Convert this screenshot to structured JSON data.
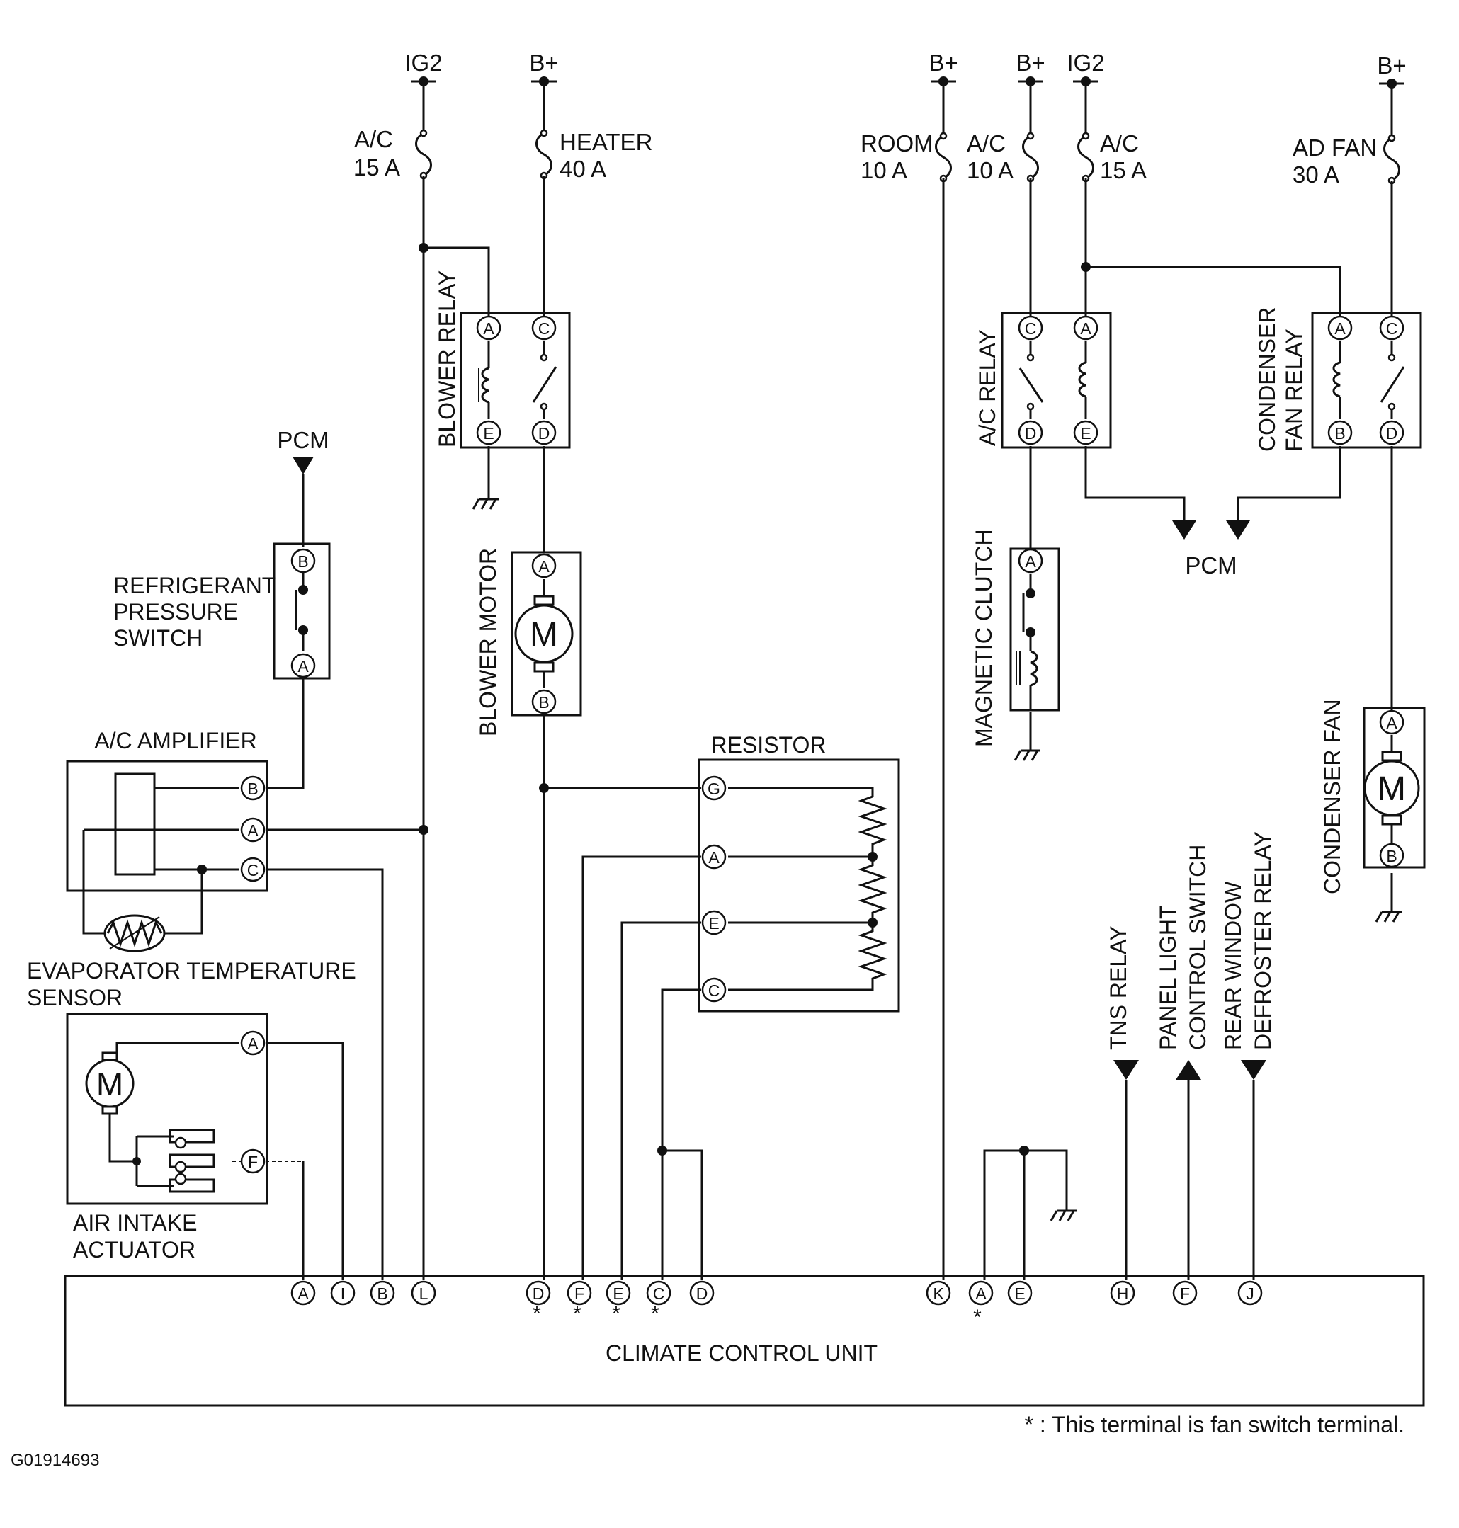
{
  "power": {
    "ig2_1": "IG2",
    "bplus_1": "B+",
    "bplus_2": "B+",
    "bplus_3": "B+",
    "ig2_2": "IG2",
    "bplus_4": "B+"
  },
  "fuses": {
    "ac15_a_name": "A/C",
    "ac15_a_rating": "15 A",
    "heater_name": "HEATER",
    "heater_rating": "40 A",
    "room_name": "ROOM",
    "room_rating": "10 A",
    "ac10_name": "A/C",
    "ac10_rating": "10 A",
    "ac15_b_name": "A/C",
    "ac15_b_rating": "15 A",
    "adfan_name": "AD FAN",
    "adfan_rating": "30 A"
  },
  "components": {
    "blower_relay": "BLOWER RELAY",
    "ac_relay": "A/C RELAY",
    "condenser_fan_relay_1": "CONDENSER",
    "condenser_fan_relay_2": "FAN RELAY",
    "blower_motor": "BLOWER MOTOR",
    "magnetic_clutch": "MAGNETIC CLUTCH",
    "condenser_fan": "CONDENSER FAN",
    "refrigerant_1": "REFRIGERANT",
    "refrigerant_2": "PRESSURE",
    "refrigerant_3": "SWITCH",
    "ac_amplifier": "A/C AMPLIFIER",
    "evap_1": "EVAPORATOR TEMPERATURE",
    "evap_2": "SENSOR",
    "air_intake_1": "AIR INTAKE",
    "air_intake_2": "ACTUATOR",
    "resistor": "RESISTOR",
    "pcm_1": "PCM",
    "pcm_2": "PCM",
    "tns_relay": "TNS RELAY",
    "panel_light_1": "PANEL LIGHT",
    "panel_light_2": "CONTROL SWITCH",
    "rear_window_1": "REAR WINDOW",
    "rear_window_2": "DEFROSTER RELAY",
    "climate_control_unit": "CLIMATE CONTROL UNIT",
    "motor_symbol": "M"
  },
  "terminals": {
    "blower_relay": [
      "A",
      "C",
      "E",
      "D"
    ],
    "ac_relay": [
      "C",
      "A",
      "D",
      "E"
    ],
    "condenser_fan_relay": [
      "A",
      "C",
      "B",
      "D"
    ],
    "blower_motor": [
      "A",
      "B"
    ],
    "magnetic_clutch": [
      "A"
    ],
    "condenser_fan": [
      "A",
      "B"
    ],
    "refrigerant_switch": [
      "B",
      "A"
    ],
    "ac_amplifier": [
      "B",
      "A",
      "C"
    ],
    "air_intake": [
      "A",
      "F"
    ],
    "resistor": [
      "G",
      "A",
      "E",
      "C"
    ],
    "ccu": [
      "A",
      "I",
      "B",
      "L",
      "D",
      "F",
      "E",
      "C",
      "D",
      "K",
      "A",
      "E",
      "H",
      "F",
      "J"
    ]
  },
  "footnote": "* : This terminal is fan switch terminal.",
  "asterisk": "*",
  "figure_id": "G01914693"
}
